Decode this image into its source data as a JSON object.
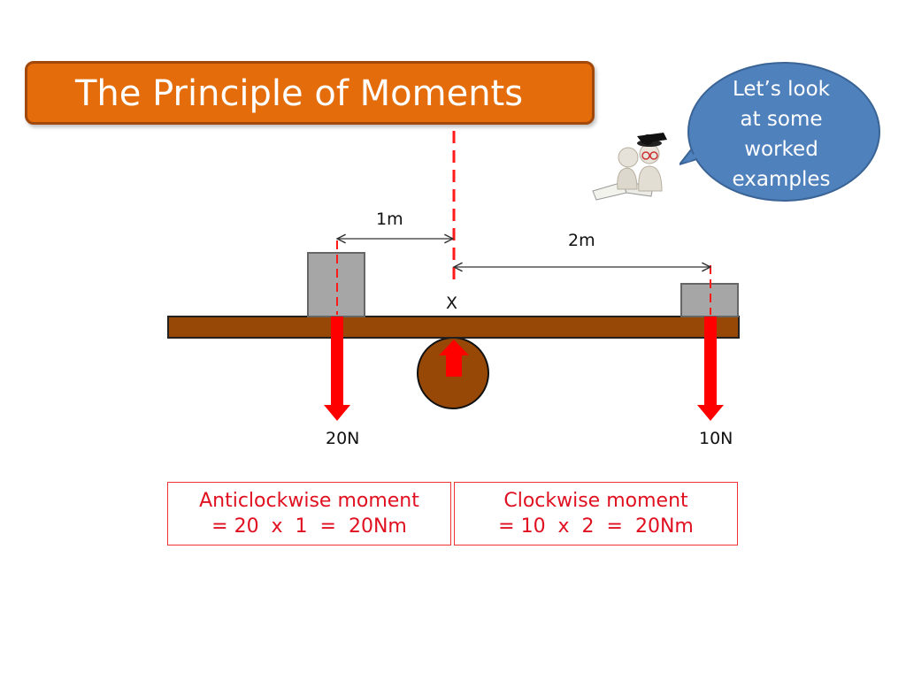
{
  "title": "The Principle of Moments",
  "speech_bubble": {
    "lines": [
      "Let’s look",
      "at some",
      "worked",
      "examples"
    ]
  },
  "diagram": {
    "pivot_label": "X",
    "left_distance": "1m",
    "right_distance": "2m",
    "left_force": "20N",
    "right_force": "10N"
  },
  "equations": {
    "anticlockwise": {
      "line1": "Anticlockwise moment",
      "line2": "= 20  x  1  =  20Nm"
    },
    "clockwise": {
      "line1": "Clockwise moment",
      "line2": "= 10  x  2  =  20Nm"
    }
  },
  "colors": {
    "title_fill": "#e46c0a",
    "bubble_fill": "#4f81bd",
    "beam": "#974806",
    "force_arrow": "#ff0000",
    "weight_fill": "#a6a6a6"
  }
}
